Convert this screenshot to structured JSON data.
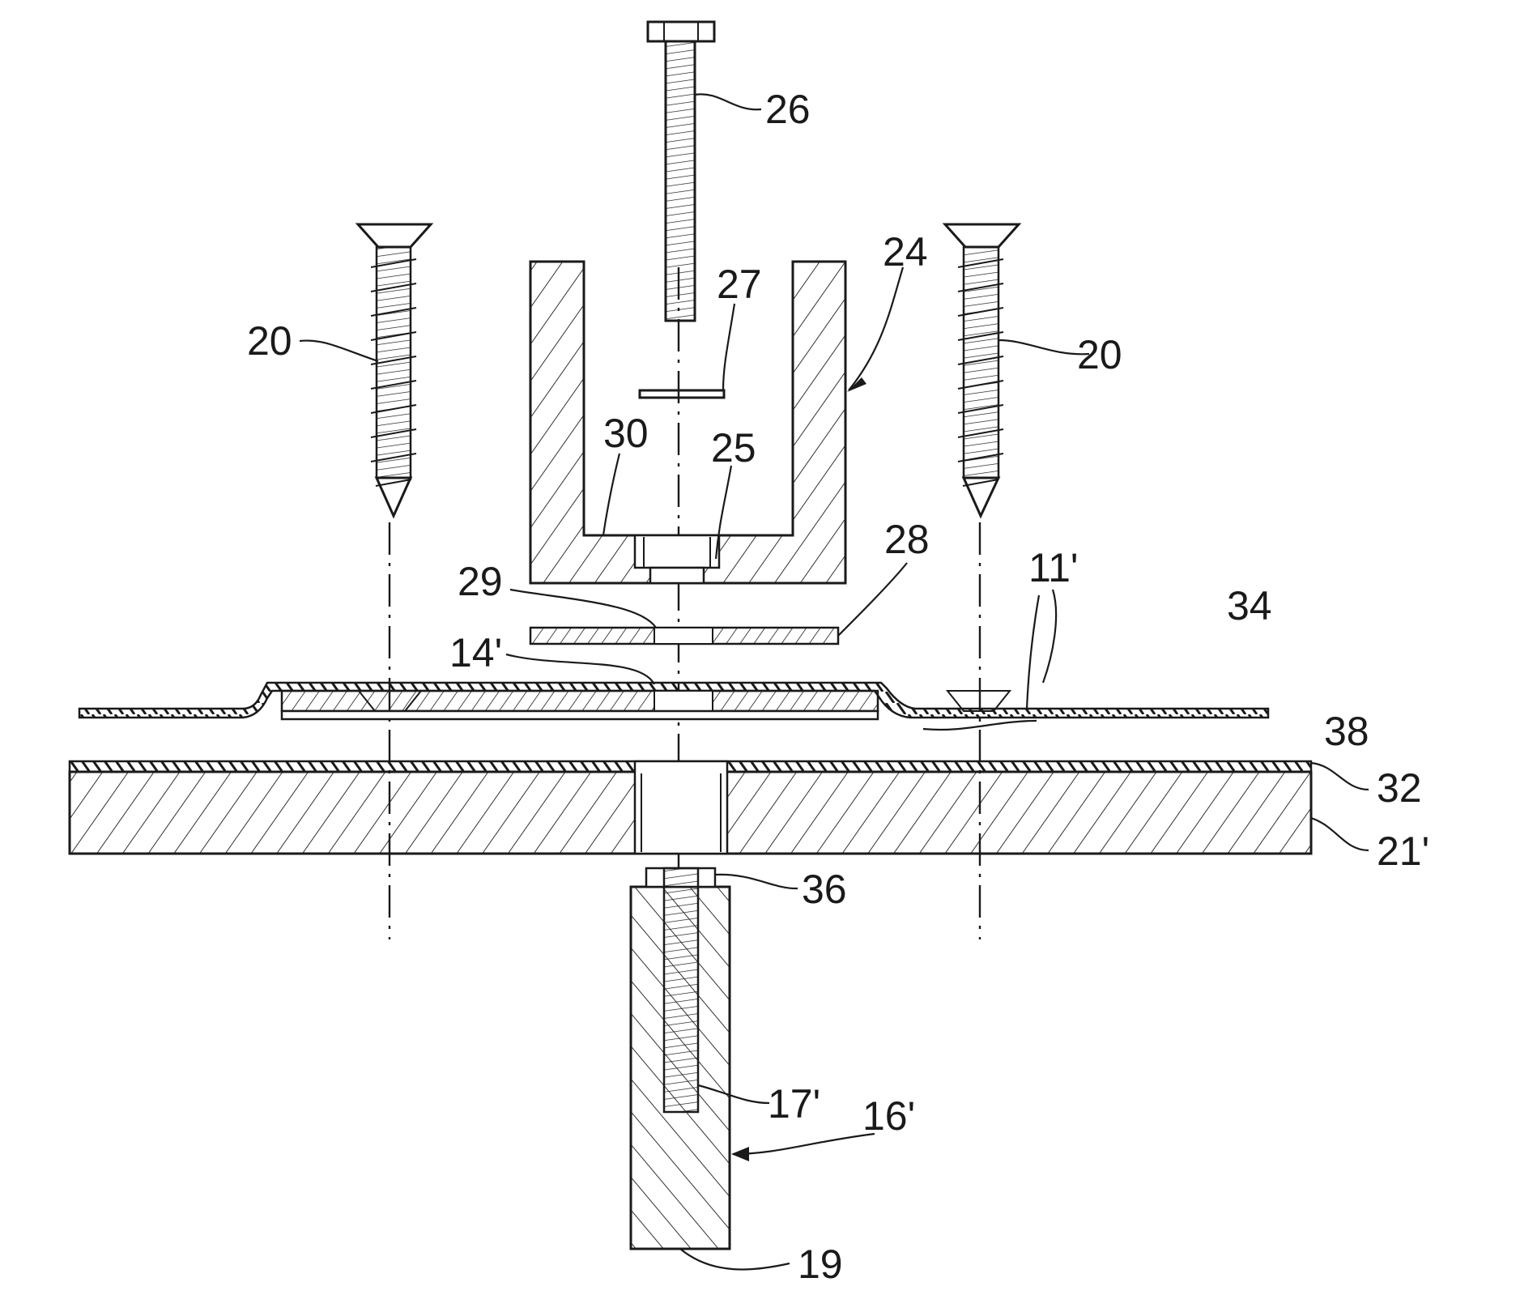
{
  "figure": {
    "title": "Exploded cross-section of fastening assembly",
    "colors": {
      "ink": "#1a1a1a",
      "background": "#ffffff"
    }
  },
  "labels": {
    "bolt": "26",
    "washer_top": "27",
    "channel": "24",
    "screw_left": "20",
    "screw_right": "20",
    "channel_base_face": "30",
    "channel_bore": "25",
    "washer_plate": "28",
    "washer_hole": "29",
    "plate_hole": "14'",
    "plate": "11'",
    "membrane": "34",
    "strip": "38",
    "board_layer": "32",
    "board": "21'",
    "insert": "36",
    "thread": "17'",
    "post": "16'",
    "post_end": "19"
  }
}
